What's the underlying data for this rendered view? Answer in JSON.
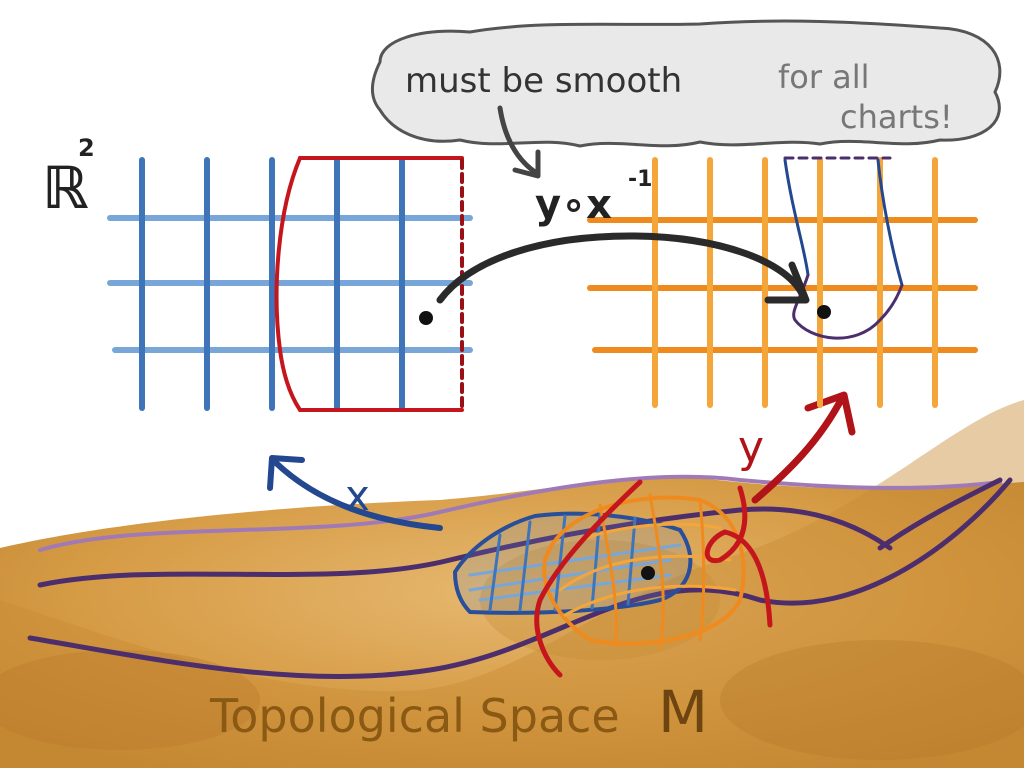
{
  "callout": {
    "text_main": "must be smooth",
    "text_tail_1": "for all",
    "text_tail_2": "charts!"
  },
  "left_space": {
    "label": "ℝ",
    "superscript": "2"
  },
  "transition": {
    "base": "y∘x",
    "superscript": "-1"
  },
  "maps": {
    "x_label": "x",
    "y_label": "y"
  },
  "manifold": {
    "label": "Topological Space",
    "symbol": "M"
  },
  "colors": {
    "blue_grid": "#3f74b8",
    "blue_light": "#78a6d8",
    "orange_grid": "#f4a63a",
    "orange_dark": "#ef8a1e",
    "red": "#c4161c",
    "purple": "#4d2e6d",
    "lavender": "#9f7ab6",
    "terrain": "#d9a250",
    "terrain_dark": "#b47a2b",
    "text_dark": "#222222",
    "text_gray": "#777777",
    "text_brown": "#8a5a14"
  }
}
